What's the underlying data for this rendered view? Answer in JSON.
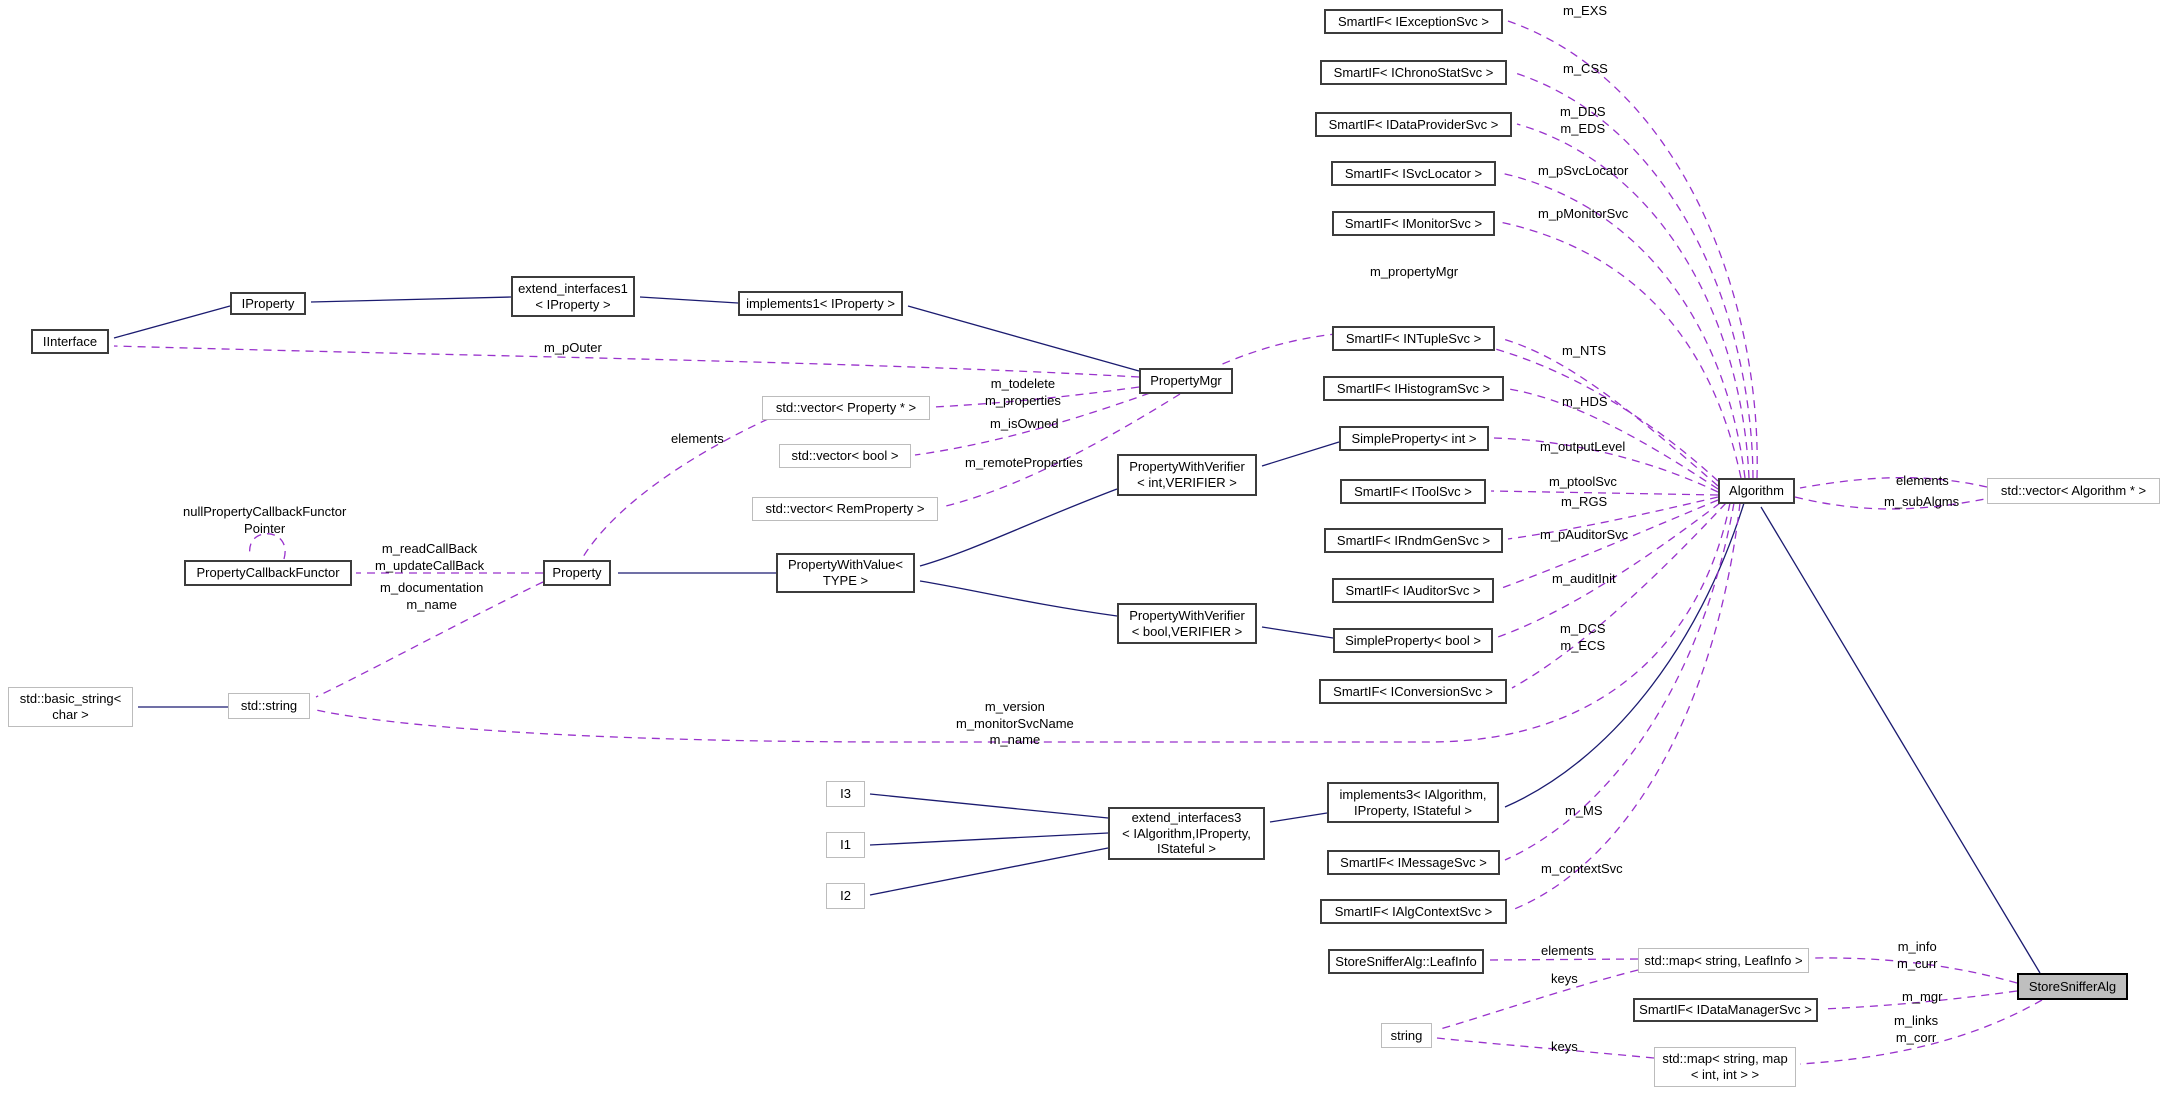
{
  "diagram": {
    "title": "StoreSnifferAlg collaboration graph",
    "colors": {
      "inheritance_edge": "#191970",
      "usage_edge": "#9932cc",
      "node_fill": "#ffffff",
      "main_node_fill": "#bfbfbf"
    },
    "nodes": {
      "iinterface": "IInterface",
      "iproperty": "IProperty",
      "extend_interfaces1": "extend_interfaces1\n< IProperty >",
      "implements1": "implements1< IProperty >",
      "propertymgr": "PropertyMgr",
      "vec_property": "std::vector< Property * >",
      "vec_bool": "std::vector< bool >",
      "vec_remproperty": "std::vector< RemProperty >",
      "pwv_int": "PropertyWithVerifier\n< int,VERIFIER >",
      "pwvalue": "PropertyWithValue<\nTYPE >",
      "pwv_bool": "PropertyWithVerifier\n< bool,VERIFIER >",
      "pcf": "PropertyCallbackFunctor",
      "property": "Property",
      "basic_string": "std::basic_string<\nchar >",
      "std_string": "std::string",
      "i3": "I3",
      "i1": "I1",
      "i2": "I2",
      "extend_interfaces3": "extend_interfaces3\n< IAlgorithm,IProperty,\nIStateful >",
      "smartif_exception": "SmartIF< IExceptionSvc >",
      "smartif_chronostat": "SmartIF< IChronoStatSvc >",
      "smartif_dataprovider": "SmartIF< IDataProviderSvc >",
      "smartif_svclocator": "SmartIF< ISvcLocator >",
      "smartif_monitor": "SmartIF< IMonitorSvc >",
      "smartif_ntuple": "SmartIF< INTupleSvc >",
      "smartif_histogram": "SmartIF< IHistogramSvc >",
      "simpleproperty_int": "SimpleProperty< int >",
      "smartif_tool": "SmartIF< IToolSvc >",
      "smartif_rndmgen": "SmartIF< IRndmGenSvc >",
      "smartif_auditor": "SmartIF< IAuditorSvc >",
      "simpleproperty_bool": "SimpleProperty< bool >",
      "smartif_conversion": "SmartIF< IConversionSvc >",
      "implements3": "implements3< IAlgorithm,\nIProperty, IStateful >",
      "smartif_message": "SmartIF< IMessageSvc >",
      "smartif_algcontext": "SmartIF< IAlgContextSvc >",
      "leafinfo": "StoreSnifferAlg::LeafInfo",
      "map_leafinfo": "std::map< string, LeafInfo >",
      "smartif_datamanager": "SmartIF< IDataManagerSvc >",
      "string_node": "string",
      "map_intint": "std::map< string, map\n< int, int > >",
      "algorithm": "Algorithm",
      "vec_algorithm": "std::vector< Algorithm * >",
      "storesnifferalg": "StoreSnifferAlg"
    },
    "edge_labels": {
      "m_exs": "m_EXS",
      "m_css": "m_CSS",
      "m_dds_eds": "m_DDS\nm_EDS",
      "m_psvclocator": "m_pSvcLocator",
      "m_pmonitorsvc": "m_pMonitorSvc",
      "m_propertymgr": "m_propertyMgr",
      "m_nts": "m_NTS",
      "m_hds": "m_HDS",
      "m_outputlevel": "m_outputLevel",
      "m_ptoolsvc": "m_ptoolSvc",
      "m_rgs": "m_RGS",
      "m_pauditorsvc": "m_pAuditorSvc",
      "m_auditinit": "m_auditInit",
      "m_dcs_ecs": "m_DCS\nm_ECS",
      "m_ms": "m_MS",
      "m_contextsvc": "m_contextSvc",
      "elements_right": "elements",
      "m_subalgms": "m_subAlgms",
      "m_pouter": "m_pOuter",
      "m_todelete_properties": "m_todelete\nm_properties",
      "m_isowned": "m_isOwned",
      "m_remoteproperties": "m_remoteProperties",
      "elements_left": "elements",
      "null_pcf_pointer": "nullPropertyCallbackFunctor\nPointer",
      "m_readcallback": "m_readCallBack\nm_updateCallBack",
      "m_documentation_name": "m_documentation\nm_name",
      "m_version_block": "m_version\nm_monitorSvcName\nm_name",
      "elements_bottom": "elements",
      "keys_upper": "keys",
      "keys_lower": "keys",
      "m_info_curr": "m_info\nm_curr",
      "m_mgr": "m_mgr",
      "m_links_corr": "m_links\nm_corr"
    }
  }
}
